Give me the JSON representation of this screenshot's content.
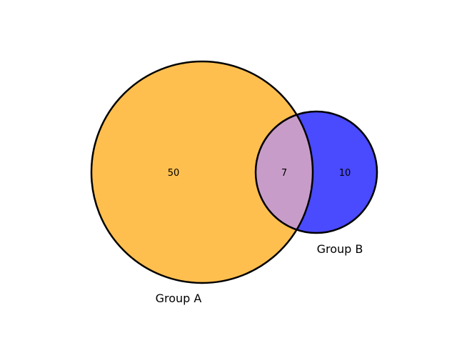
{
  "diagram": {
    "type": "venn2",
    "sets": [
      {
        "name": "Group A",
        "only_count": "50",
        "color": "#FFBF4F"
      },
      {
        "name": "Group B",
        "only_count": "10",
        "color": "#4A4AFF"
      }
    ],
    "intersection": {
      "count": "7",
      "color": "#C89CC8"
    },
    "outline_color": "#000000"
  }
}
